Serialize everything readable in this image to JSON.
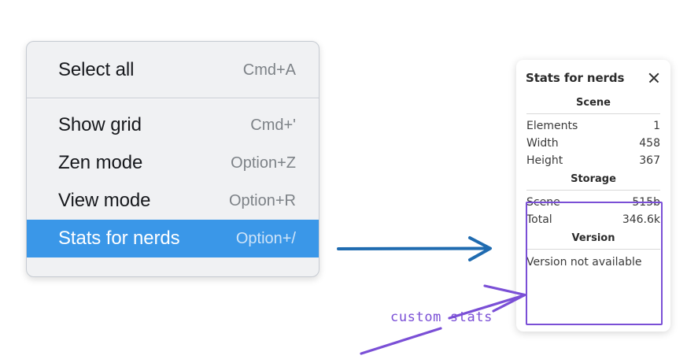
{
  "context_menu": {
    "name": "canvas-context-menu",
    "groups": [
      {
        "items": [
          {
            "label": "Select all",
            "shortcut": "Cmd+A",
            "selected": false
          }
        ]
      },
      {
        "items": [
          {
            "label": "Show grid",
            "shortcut": "Cmd+'",
            "selected": false
          },
          {
            "label": "Zen mode",
            "shortcut": "Option+Z",
            "selected": false
          },
          {
            "label": "View mode",
            "shortcut": "Option+R",
            "selected": false
          },
          {
            "label": "Stats for nerds",
            "shortcut": "Option+/",
            "selected": true
          }
        ]
      }
    ]
  },
  "stats_panel": {
    "title": "Stats for nerds",
    "close_icon": "close-icon",
    "sections": [
      {
        "title": "Scene",
        "rows": [
          {
            "key": "Elements",
            "value": "1"
          },
          {
            "key": "Width",
            "value": "458"
          },
          {
            "key": "Height",
            "value": "367"
          }
        ]
      },
      {
        "title": "Storage",
        "rows": [
          {
            "key": "Scene",
            "value": "515b"
          },
          {
            "key": "Total",
            "value": "346.6k"
          }
        ]
      },
      {
        "title": "Version",
        "single": "Version not available"
      }
    ]
  },
  "annotations": {
    "custom_stats_label": "custom stats",
    "blue_arrow": "arrow-menu-to-panel",
    "purple_arrow": "arrow-label-to-storage-box"
  },
  "colors": {
    "menu_background": "#f0f1f3",
    "menu_border": "#c6cbd2",
    "selection_blue": "#3a97e8",
    "shortcut_gray": "#7d8287",
    "annotation_purple": "#7a4fd6",
    "annotation_blue": "#1f6bb0",
    "panel_white": "#ffffff"
  }
}
